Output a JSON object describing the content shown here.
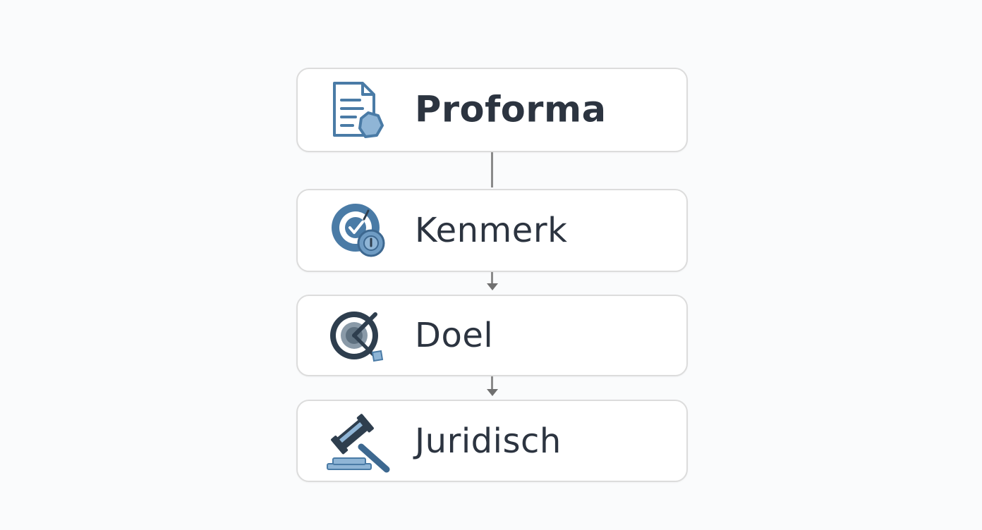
{
  "steps": [
    {
      "label": "Proforma",
      "icon": "document-seal-icon"
    },
    {
      "label": "Kenmerk",
      "icon": "target-check-icon"
    },
    {
      "label": "Doel",
      "icon": "target-dart-icon"
    },
    {
      "label": "Juridisch",
      "icon": "gavel-icon"
    }
  ],
  "colors": {
    "icon_blue": "#4a7ba6",
    "icon_light": "#8fb5d6",
    "icon_dark": "#2e3e4e",
    "text": "#2c3440",
    "card_border": "#dcdcdc",
    "connector": "#8a8a8a"
  }
}
